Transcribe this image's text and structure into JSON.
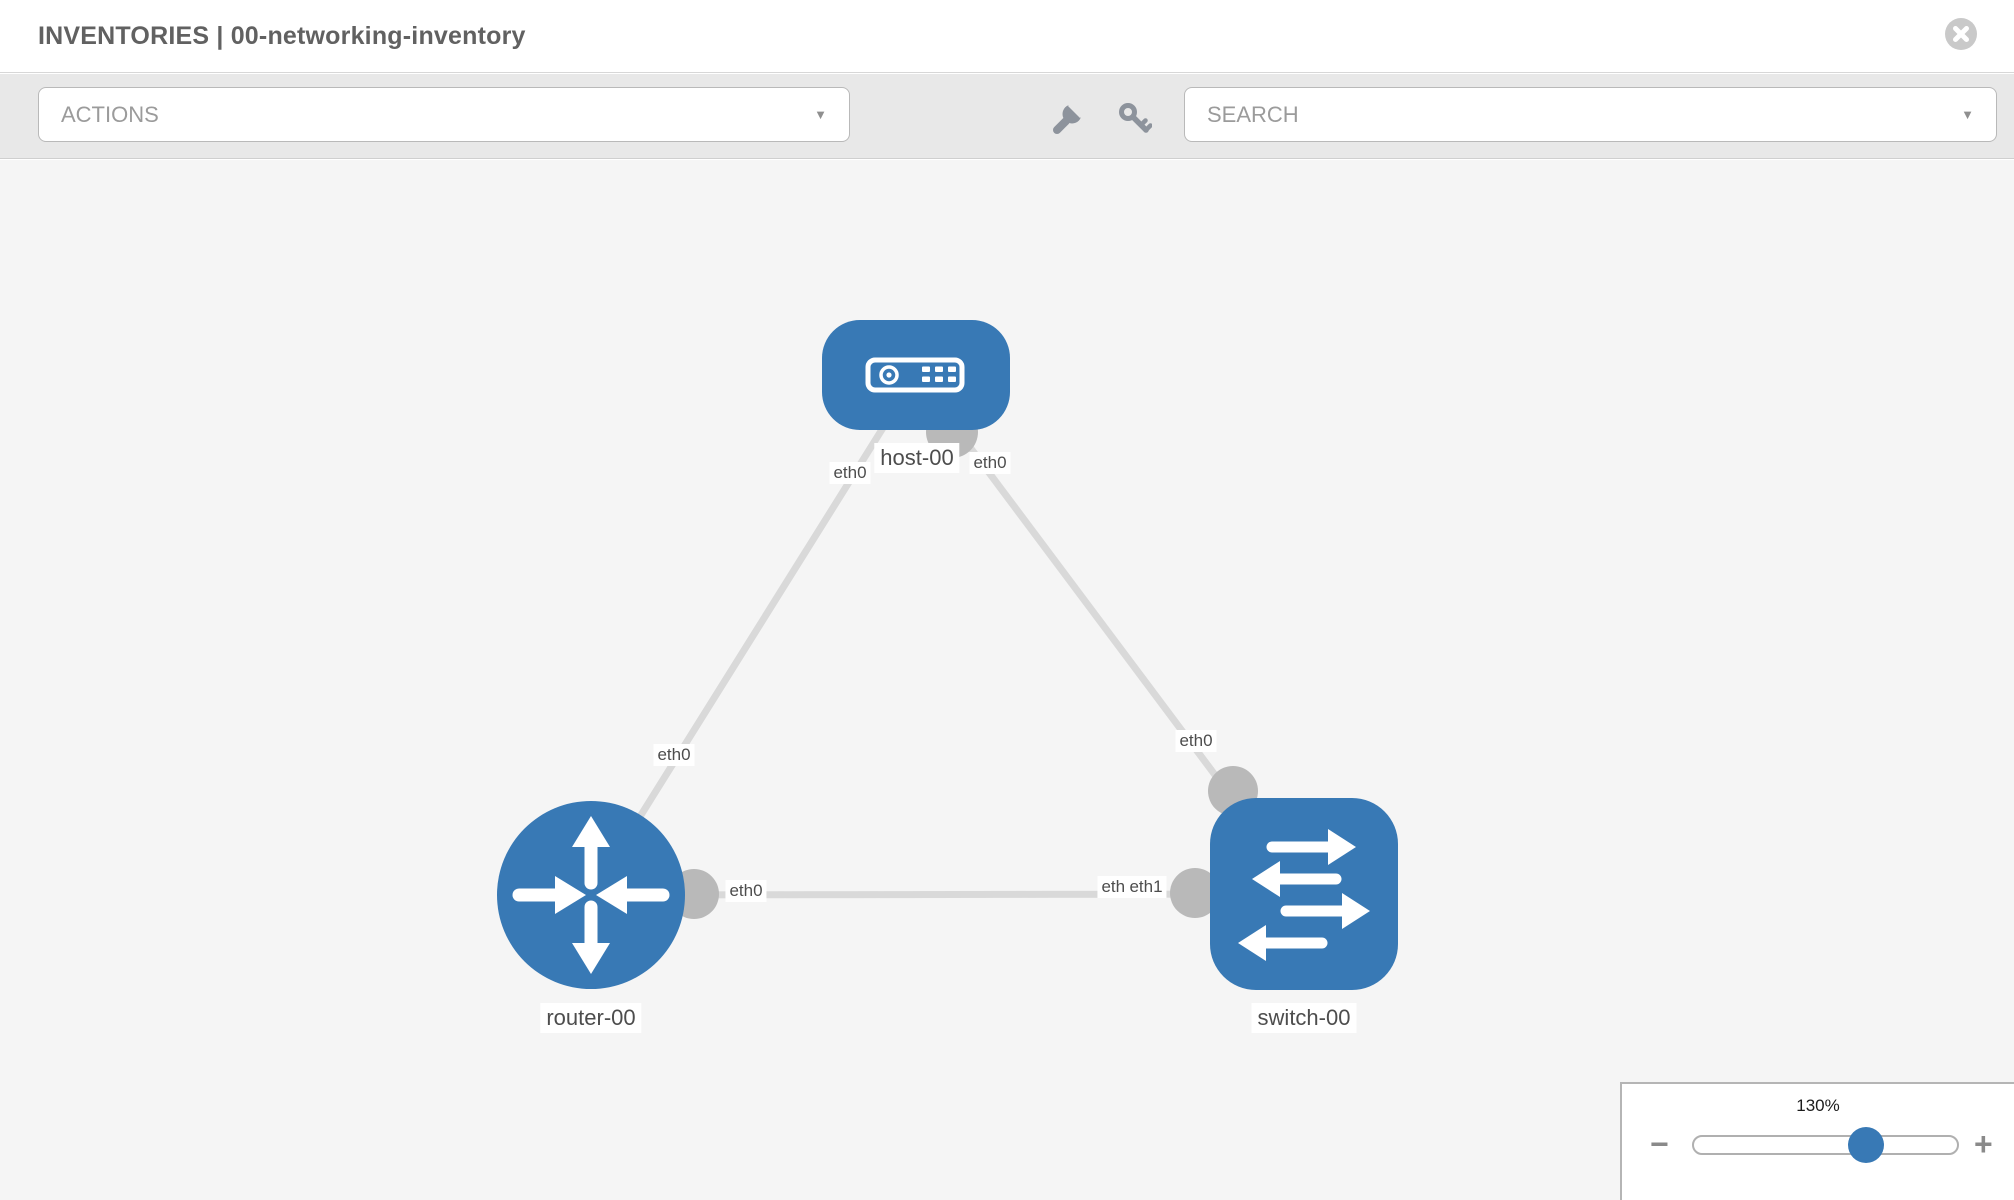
{
  "header": {
    "title": "INVENTORIES | 00-networking-inventory"
  },
  "toolbar": {
    "actions_label": "ACTIONS",
    "search_label": "SEARCH",
    "caret": "▼",
    "icons": [
      "wrench-icon",
      "key-icon"
    ]
  },
  "topology": {
    "nodes": [
      {
        "label": "host-00",
        "type": "host"
      },
      {
        "label": "router-00",
        "type": "router"
      },
      {
        "label": "switch-00",
        "type": "switch"
      }
    ],
    "links": [
      {
        "from": "router-00",
        "to": "host-00"
      },
      {
        "from": "host-00",
        "to": "switch-00"
      },
      {
        "from": "router-00",
        "to": "switch-00"
      }
    ],
    "interface_labels": [
      {
        "text": "eth0",
        "at": "host-00 left"
      },
      {
        "text": "eth0",
        "at": "host-00 right"
      },
      {
        "text": "eth0",
        "at": "router-00 to host-00 link"
      },
      {
        "text": "eth0",
        "at": "switch-00 to host-00 link"
      },
      {
        "text": "eth0",
        "at": "router-00 right"
      },
      {
        "text": "eth0",
        "at": "switch-00 left (partially covered)"
      },
      {
        "text": "eth1",
        "at": "switch-00 left (front)"
      }
    ]
  },
  "zoom_control": {
    "level": "130%",
    "minus": "−",
    "plus": "+"
  },
  "colors": {
    "node_blue": "#3879b5",
    "link_gray": "#d9d9d9",
    "interface_dot_gray": "#b9b9b9",
    "toolbar_bg": "#e8e8e8",
    "canvas_bg": "#f5f5f5",
    "title_text": "#616161"
  }
}
